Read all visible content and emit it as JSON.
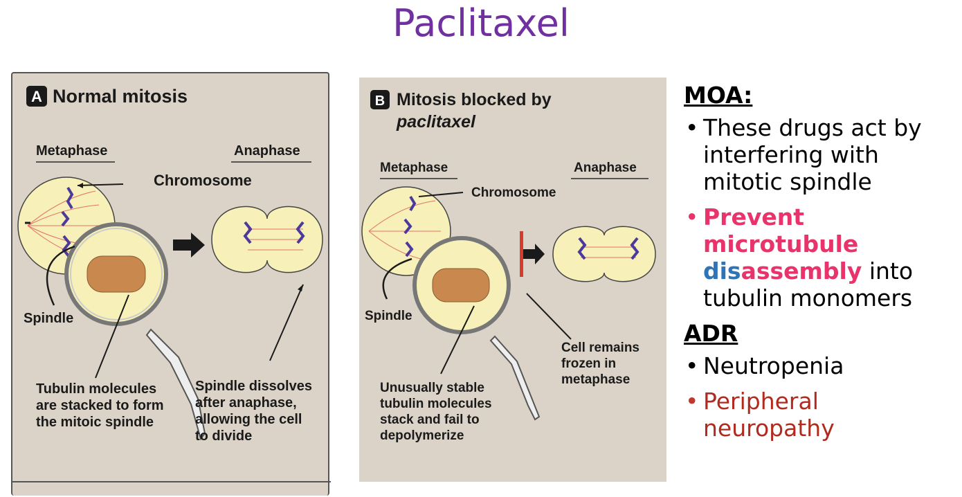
{
  "title": "Paclitaxel",
  "panel_a": {
    "badge": "A",
    "heading": "Normal mitosis",
    "metaphase": "Metaphase",
    "anaphase": "Anaphase",
    "chromosome": "Chromosome",
    "spindle": "Spindle",
    "caption_left": [
      "Tubulin molecules",
      "are stacked to form",
      "the mitoic spindle"
    ],
    "caption_right": [
      "Spindle dissolves",
      "after anaphase,",
      "allowing the cell",
      "to divide"
    ]
  },
  "panel_b": {
    "badge": "B",
    "heading_line1": "Mitosis blocked by",
    "heading_line2": "paclitaxel",
    "metaphase": "Metaphase",
    "anaphase": "Anaphase",
    "chromosome": "Chromosome",
    "spindle": "Spindle",
    "caption_left": [
      "Unusually stable",
      "tubulin molecules",
      "stack and fail to",
      "depolymerize"
    ],
    "caption_right": [
      "Cell remains",
      "frozen in",
      "metaphase"
    ]
  },
  "moa": {
    "heading": "MOA:",
    "bullet1": "These drugs act by interfering with mitotic spindle",
    "bullet2_part1": "Prevent microtubule",
    "bullet2_part2": "dis",
    "bullet2_part3": "assembly",
    "bullet2_part4": " into tubulin monomers"
  },
  "adr": {
    "heading": "ADR",
    "bullet1": "Neutropenia",
    "bullet2": "Peripheral neuropathy"
  },
  "colors": {
    "title": "#7030a0",
    "panel_bg": "#dbd3c7",
    "cell_fill": "#f7f0b8",
    "chromosome": "#4b3a9c",
    "bead": "#c9894e",
    "block_bar": "#d93a2b",
    "pink": "#e8336b",
    "blue": "#2e75b6",
    "dark_red": "#b02a1e"
  }
}
